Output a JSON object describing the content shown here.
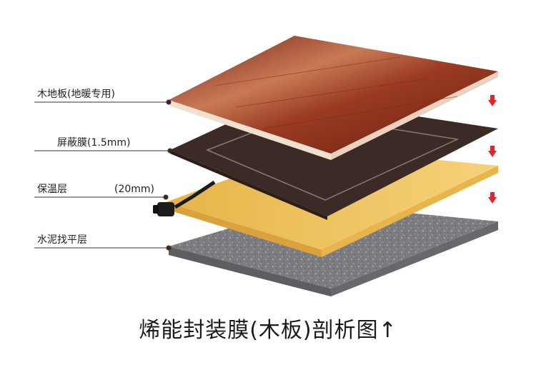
{
  "layers": [
    {
      "label": "木地板(地暖专用)"
    },
    {
      "label": "屏蔽膜(1.5mm)"
    },
    {
      "label": "保温层",
      "thickness": "(20mm)"
    },
    {
      "label": "水泥找平层"
    }
  ],
  "caption": "烯能封装膜(木板)剖析图↑",
  "colors": {
    "wood": "#8a2e1a",
    "film": "#3b2a26",
    "insulation": "#f2c45a",
    "concrete": "#7d7f82",
    "arrow": "#e0262a"
  },
  "icons": [
    "down-arrow-icon",
    "down-arrow-icon",
    "down-arrow-icon",
    "connector-plug-icon"
  ]
}
